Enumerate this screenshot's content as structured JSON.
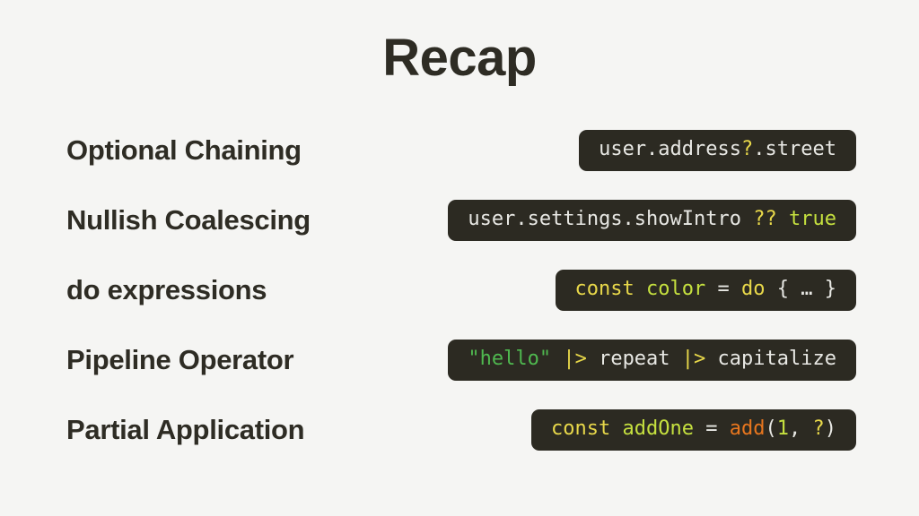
{
  "slide": {
    "title": "Recap",
    "background_color": "#f5f5f3",
    "title_color": "#2e2c24",
    "code_block_bg": "#2c2a22"
  },
  "palette": {
    "plain": "#e8e8e4",
    "yellow": "#e8d84a",
    "lime": "#c5e03f",
    "green": "#4fb84f",
    "orange": "#e8761e"
  },
  "rows": [
    {
      "label": "Optional Chaining",
      "code_plain": "user.address?.street",
      "tokens": [
        {
          "text": "user.address",
          "color": "plain"
        },
        {
          "text": "?",
          "color": "yellow"
        },
        {
          "text": ".street",
          "color": "plain"
        }
      ]
    },
    {
      "label": "Nullish Coalescing",
      "code_plain": "user.settings.showIntro ?? true",
      "tokens": [
        {
          "text": "user.settings.showIntro ",
          "color": "plain"
        },
        {
          "text": "??",
          "color": "yellow"
        },
        {
          "text": " ",
          "color": "plain"
        },
        {
          "text": "true",
          "color": "lime"
        }
      ]
    },
    {
      "label": "do expressions",
      "code_plain": "const color = do { … }",
      "tokens": [
        {
          "text": "const",
          "color": "yellow"
        },
        {
          "text": " ",
          "color": "plain"
        },
        {
          "text": "color",
          "color": "lime"
        },
        {
          "text": " = ",
          "color": "plain"
        },
        {
          "text": "do",
          "color": "yellow"
        },
        {
          "text": " { … }",
          "color": "plain"
        }
      ]
    },
    {
      "label": "Pipeline Operator",
      "code_plain": "\"hello\" |> repeat |> capitalize",
      "tokens": [
        {
          "text": "\"hello\"",
          "color": "green"
        },
        {
          "text": " ",
          "color": "plain"
        },
        {
          "text": "|>",
          "color": "yellow"
        },
        {
          "text": " repeat ",
          "color": "plain"
        },
        {
          "text": "|>",
          "color": "yellow"
        },
        {
          "text": " capitalize",
          "color": "plain"
        }
      ]
    },
    {
      "label": "Partial Application",
      "code_plain": "const addOne = add(1, ?)",
      "tokens": [
        {
          "text": "const",
          "color": "yellow"
        },
        {
          "text": " ",
          "color": "plain"
        },
        {
          "text": "addOne",
          "color": "lime"
        },
        {
          "text": " = ",
          "color": "plain"
        },
        {
          "text": "add",
          "color": "orange"
        },
        {
          "text": "(",
          "color": "plain"
        },
        {
          "text": "1",
          "color": "lime"
        },
        {
          "text": ", ",
          "color": "plain"
        },
        {
          "text": "?",
          "color": "yellow"
        },
        {
          "text": ")",
          "color": "plain"
        }
      ]
    }
  ]
}
